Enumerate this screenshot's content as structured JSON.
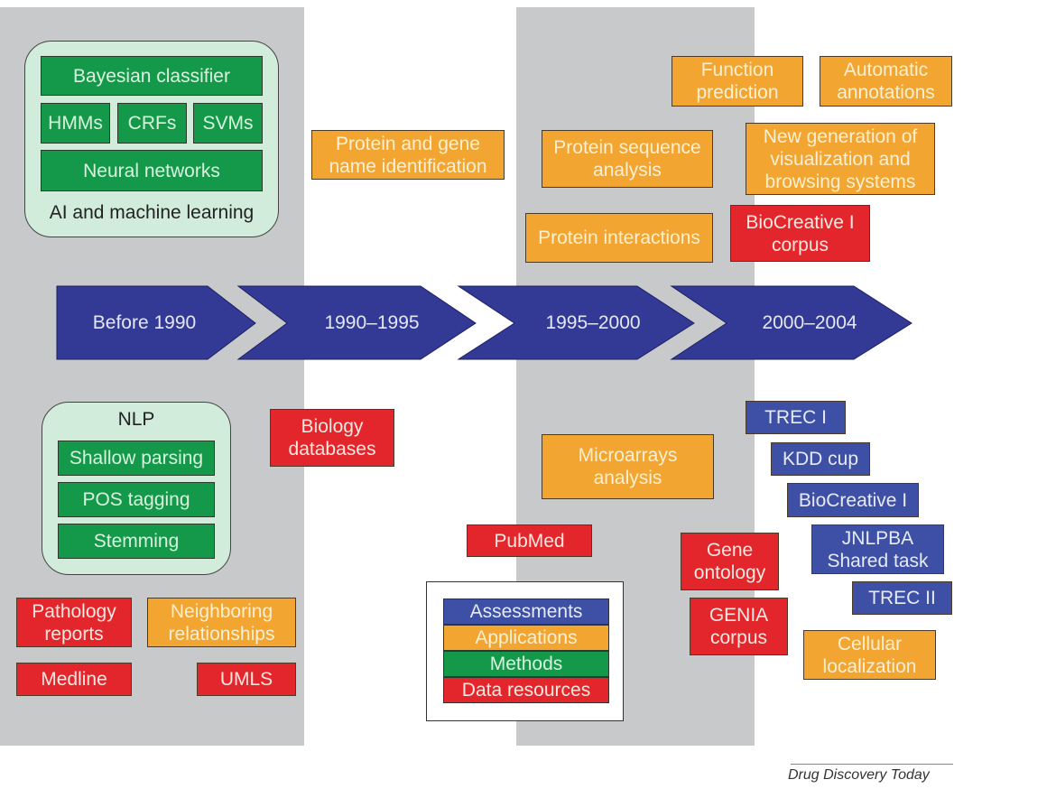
{
  "colors": {
    "background_band": "#c8c9cb",
    "timeline_arrow": "#333a96",
    "assessments": "#3e4fa6",
    "applications": "#f2a531",
    "methods": "#14994a",
    "data_resources": "#e3262c",
    "group_fill": "#d2ecdc"
  },
  "timeline": [
    "Before 1990",
    "1990–1995",
    "1995–2000",
    "2000–2004"
  ],
  "groups": {
    "ai": {
      "label": "AI and machine learning",
      "items": [
        "Bayesian classifier",
        "HMMs",
        "CRFs",
        "SVMs",
        "Neural networks"
      ]
    },
    "nlp": {
      "label": "NLP",
      "items": [
        "Shallow parsing",
        "POS tagging",
        "Stemming"
      ]
    }
  },
  "boxes": {
    "pathology": "Pathology\nreports",
    "neighboring": "Neighboring\nrelationships",
    "medline": "Medline",
    "umls": "UMLS",
    "protein_gene": "Protein and gene\nname identification",
    "biology_db": "Biology\ndatabases",
    "function_pred": "Function\nprediction",
    "auto_annot": "Automatic\nannotations",
    "protein_seq": "Protein sequence\nanalysis",
    "new_gen": "New generation of\nvisualization and\nbrowsing systems",
    "protein_inter": "Protein interactions",
    "biocreative_corpus": "BioCreative I\ncorpus",
    "microarrays": "Microarrays\nanalysis",
    "pubmed": "PubMed",
    "gene_ontology": "Gene\nontology",
    "genia": "GENIA\ncorpus",
    "trec1": "TREC I",
    "kdd": "KDD cup",
    "biocreative1": "BioCreative I",
    "jnlpba": "JNLPBA\nShared task",
    "trec2": "TREC II",
    "cellular": "Cellular\nlocalization"
  },
  "legend": [
    "Assessments",
    "Applications",
    "Methods",
    "Data resources"
  ],
  "credit": "Drug Discovery Today"
}
